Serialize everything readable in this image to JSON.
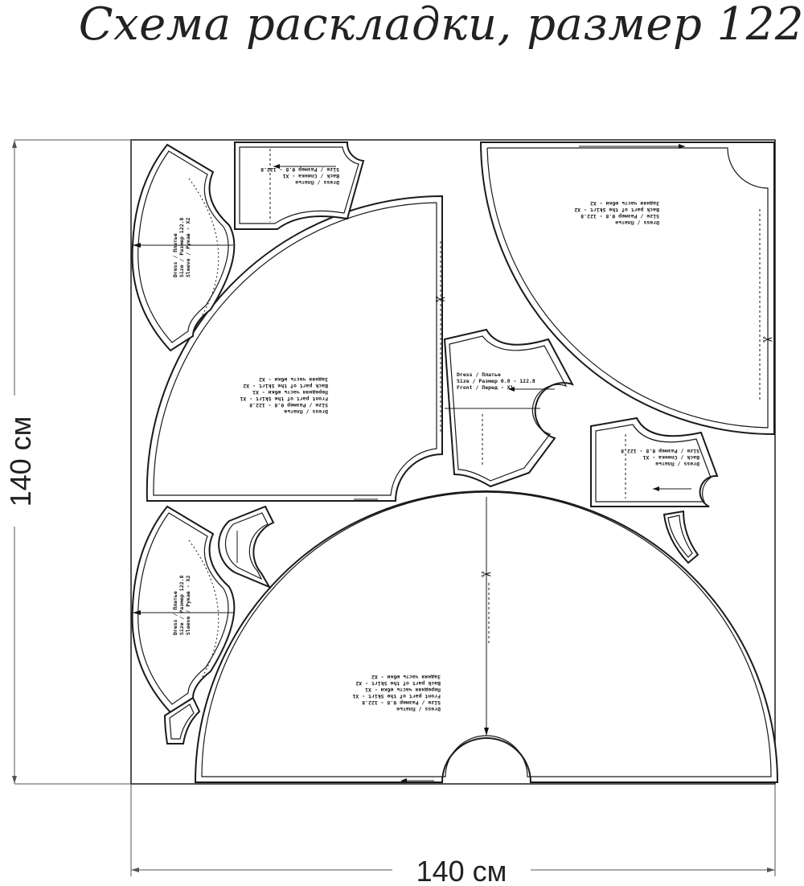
{
  "title": "Схема раскладки, размер 122",
  "dimensions": {
    "height_label": "140 см",
    "width_label": "140 см"
  },
  "pieces": {
    "skirt_back": {
      "label_lines": [
        "Dress / Платье",
        "Size / Размер    0.8 - 122.8",
        "Back part of the Skirt - X2",
        "Задняя часть юбки - Х2"
      ]
    },
    "skirt_front": {
      "label_lines": [
        "Dress / Платье",
        "Size / Размер    0.8 - 122.8",
        "Front part of the Skirt - X1",
        "Передняя часть юбки - Х1",
        "Back part of the Skirt - X2",
        "Задняя часть юбки - Х2"
      ]
    },
    "bodice_front": {
      "label_lines": [
        "Dress / Платье",
        "Size / Размер   0.8 - 122.8",
        "Front / Перед - X1"
      ]
    },
    "bodice_back_top": {
      "label_lines": [
        "Dress / Платье",
        "Back / Спинка - X1",
        "Size / Размер 0.8 - 122.8"
      ]
    },
    "bodice_back_right": {
      "label_lines": [
        "Dress / Платье",
        "Back / Спинка - X1",
        "Size / Размер 0.8 - 122.8"
      ]
    },
    "sleeve_top": {
      "label_lines": [
        "Dress / Платье",
        "Size / Размер 122.8",
        "Sleeve / Рукав - X2"
      ]
    },
    "sleeve_bottom": {
      "label_lines": [
        "Dress / Платье",
        "Size / Размер 122.8",
        "Sleeve / Рукав - X2"
      ]
    }
  }
}
